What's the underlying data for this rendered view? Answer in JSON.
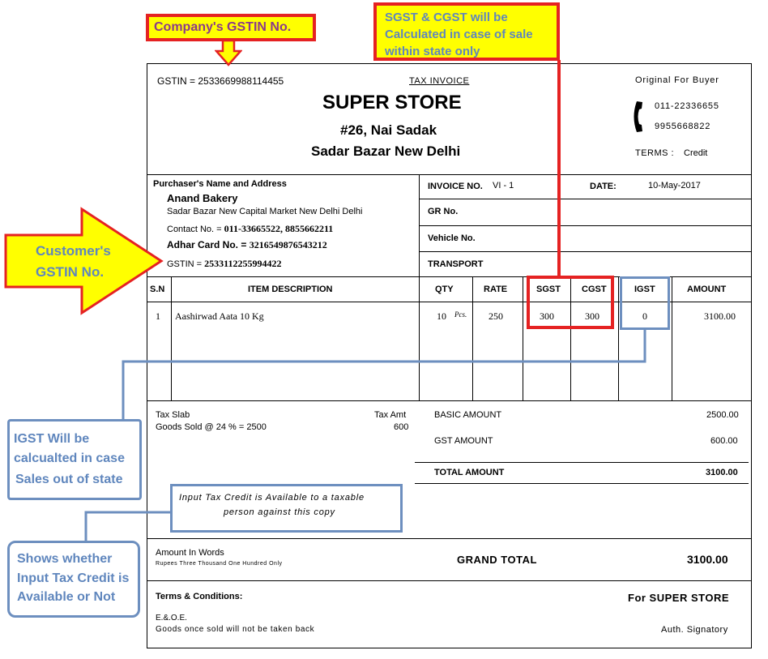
{
  "colors": {
    "callout_red": "#e52222",
    "callout_yellow": "#ffff00",
    "callout_blue": "#6d8fbf",
    "blue_text": "#5f86bd",
    "purple_text": "#8b3a8b"
  },
  "callouts": {
    "company_gstin": "Company's GSTIN No.",
    "sgst_cgst": [
      "SGST & CGST will be",
      "Calculated in case of sale",
      "within state only"
    ],
    "customer_gstin": [
      "Customer's",
      "GSTIN No."
    ],
    "igst": [
      "IGST Will be",
      "calcualted in case",
      "Sales out of state"
    ],
    "input_credit_box": [
      "Input Tax Credit is Available to a taxable",
      "person against this copy"
    ],
    "shows_whether": [
      "Shows whether",
      "Input Tax Credit is",
      "Available or Not"
    ]
  },
  "header": {
    "gstin": "GSTIN = 2533669988114455",
    "doc_type": "TAX INVOICE",
    "store_name": "SUPER STORE",
    "address1": "#26, Nai Sadak",
    "address2": "Sadar Bazar  New Delhi",
    "copy_label": "Original For Buyer",
    "phone_icon": "phone-icon",
    "phone1": "011-22336655",
    "phone2": "9955668822",
    "terms_label": "TERMS  :",
    "terms_value": "Credit"
  },
  "purchaser": {
    "section_label": "Purchaser's Name and Address",
    "name": "Anand Bakery",
    "address": "Sadar Bazar New Capital Market New Delhi Delhi",
    "contact_label": "Contact No. = ",
    "contact_value": "011-33665522,  8855662211",
    "adhar_label": "Adhar Card No.  = ",
    "adhar_value": "3216549876543212",
    "gstin_label": "GSTIN = ",
    "gstin_value": "2533112255994422"
  },
  "invoice_meta": {
    "invoice_no_label": "INVOICE NO.",
    "invoice_no_value": "VI - 1",
    "date_label": "DATE:",
    "date_value": "10-May-2017",
    "gr_label": "GR No.",
    "vehicle_label": "Vehicle No.",
    "transport_label": "TRANSPORT"
  },
  "items_table": {
    "headers": [
      "S.N",
      "ITEM DESCRIPTION",
      "QTY",
      "RATE",
      "SGST",
      "CGST",
      "IGST",
      "AMOUNT"
    ],
    "rows": [
      {
        "sn": "1",
        "desc": "Aashirwad Aata 10 Kg",
        "qty": "10",
        "unit": "Pcs.",
        "rate": "250",
        "sgst": "300",
        "cgst": "300",
        "igst": "0",
        "amount": "3100.00"
      }
    ]
  },
  "tax_summary": {
    "slab_label": "Tax Slab",
    "slab_value": "Goods Sold @ 24 % = 2500",
    "amt_label": "Tax Amt",
    "amt_value": "600"
  },
  "totals": {
    "basic_label": "BASIC AMOUNT",
    "basic_value": "2500.00",
    "gst_label": "GST AMOUNT",
    "gst_value": "600.00",
    "total_label": "TOTAL AMOUNT",
    "total_value": "3100.00"
  },
  "footer": {
    "words_label": "Amount In Words",
    "words_value": "Rupees  Three Thousand One Hundred Only",
    "grand_label": "GRAND TOTAL",
    "grand_value": "3100.00",
    "terms_label": "Terms & Conditions:",
    "for_store": "For  SUPER STORE",
    "eoe": "E.&.O.E.",
    "goods_note": "Goods once sold will not be taken back",
    "signatory": "Auth. Signatory"
  }
}
